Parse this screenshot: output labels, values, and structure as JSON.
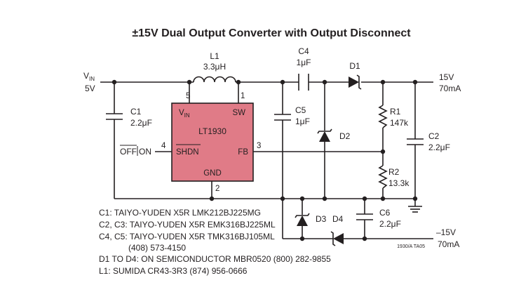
{
  "title": "±15V Dual Output Converter with Output Disconnect",
  "colors": {
    "ink": "#231f20",
    "ic_fill": "#e07b87"
  },
  "input": {
    "name": "V",
    "sub": "IN",
    "value": "5V"
  },
  "output_pos": {
    "voltage": "15V",
    "current": "70mA"
  },
  "output_neg": {
    "voltage": "–15V",
    "current": "70mA"
  },
  "ic": {
    "part": "LT1930",
    "pins": {
      "vin": "V",
      "vin_sub": "IN",
      "sw": "SW",
      "shdn": "SHDN",
      "fb": "FB",
      "gnd": "GND"
    },
    "pin_numbers": {
      "vin": "5",
      "sw": "1",
      "shdn": "4",
      "fb": "3",
      "gnd": "2"
    }
  },
  "off_on": {
    "off": "OFF",
    "on": "ON"
  },
  "components": {
    "L1": {
      "ref": "L1",
      "value": "3.3μH"
    },
    "C1": {
      "ref": "C1",
      "value": "2.2μF"
    },
    "C2": {
      "ref": "C2",
      "value": "2.2μF"
    },
    "C4": {
      "ref": "C4",
      "value": "1μF"
    },
    "C5": {
      "ref": "C5",
      "value": "1μF"
    },
    "C6": {
      "ref": "C6",
      "value": "2.2μF"
    },
    "R1": {
      "ref": "R1",
      "value": "147k"
    },
    "R2": {
      "ref": "R2",
      "value": "13.3k"
    },
    "D1": {
      "ref": "D1"
    },
    "D2": {
      "ref": "D2"
    },
    "D3": {
      "ref": "D3"
    },
    "D4": {
      "ref": "D4"
    }
  },
  "notes": [
    "C1: TAIYO-YUDEN X5R LMK212BJ225MG",
    "C2, C3: TAIYO-YUDEN X5R EMK316BJ225ML",
    "C4, C5: TAIYO-YUDEN X5R TMK316BJ105ML",
    "(408) 573-4150",
    "D1 TO D4: ON SEMICONDUCTOR MBR0520 (800) 282-9855",
    "L1: SUMIDA CR43-3R3 (874) 956-0666"
  ],
  "figure_code": "1930/A TA05"
}
